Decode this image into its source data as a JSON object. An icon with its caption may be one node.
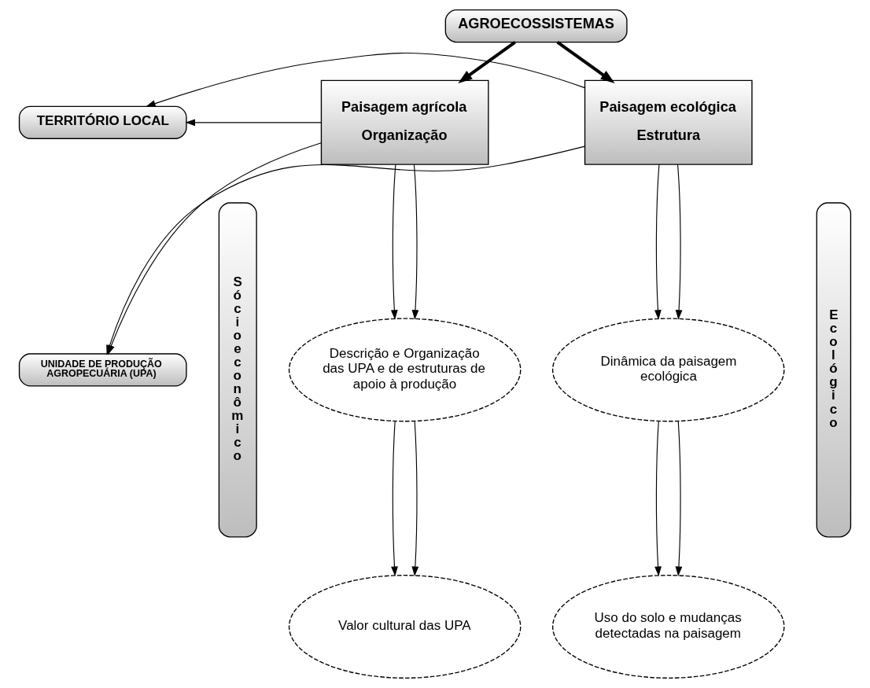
{
  "diagram": {
    "nodes": [
      {
        "text": [
          "AGROECOSSISTEMAS"
        ]
      },
      {
        "text": [
          "Paisagem agrícola",
          "Organização"
        ]
      },
      {
        "text": [
          "Paisagem ecológica",
          "Estrutura"
        ]
      },
      {
        "text": [
          "TERRITÓRIO LOCAL"
        ]
      },
      {
        "text": [
          "UNIDADE DE PRODUÇÃO AGROPECUÁRIA (UPA)"
        ]
      },
      {
        "text": [
          "Sócioeconômico"
        ]
      },
      {
        "text": [
          "Descrição e Organização das UPA e de estruturas de apoio à produção"
        ]
      },
      {
        "text": [
          "Valor cultural das UPA"
        ]
      },
      {
        "text": [
          "Ecológico"
        ]
      },
      {
        "text": [
          "Dinâmica da paisagem ecológica"
        ]
      },
      {
        "text": [
          "Uso do solo e mudanças detectadas na paisagem"
        ]
      }
    ],
    "edges": [
      {
        "from": 0,
        "to": 1,
        "arrow": "to",
        "style": "thick"
      },
      {
        "from": 0,
        "to": 2,
        "arrow": "to",
        "style": "thick"
      },
      {
        "from": 1,
        "to": 3,
        "arrow": "to"
      },
      {
        "from": 1,
        "to": 4,
        "arrow": "to"
      },
      {
        "from": 1,
        "to": 6,
        "arrow": "to"
      },
      {
        "from": 1,
        "to": 6,
        "arrow": "to"
      },
      {
        "from": 2,
        "to": 3,
        "arrow": "to"
      },
      {
        "from": 2,
        "to": 4,
        "arrow": "to"
      },
      {
        "from": 2,
        "to": 9,
        "arrow": "to"
      },
      {
        "from": 2,
        "to": 9,
        "arrow": "to"
      },
      {
        "from": 6,
        "to": 7,
        "arrow": "to"
      },
      {
        "from": 6,
        "to": 7,
        "arrow": "to"
      },
      {
        "from": 9,
        "to": 10,
        "arrow": "to"
      },
      {
        "from": 9,
        "to": 10,
        "arrow": "to"
      }
    ]
  }
}
